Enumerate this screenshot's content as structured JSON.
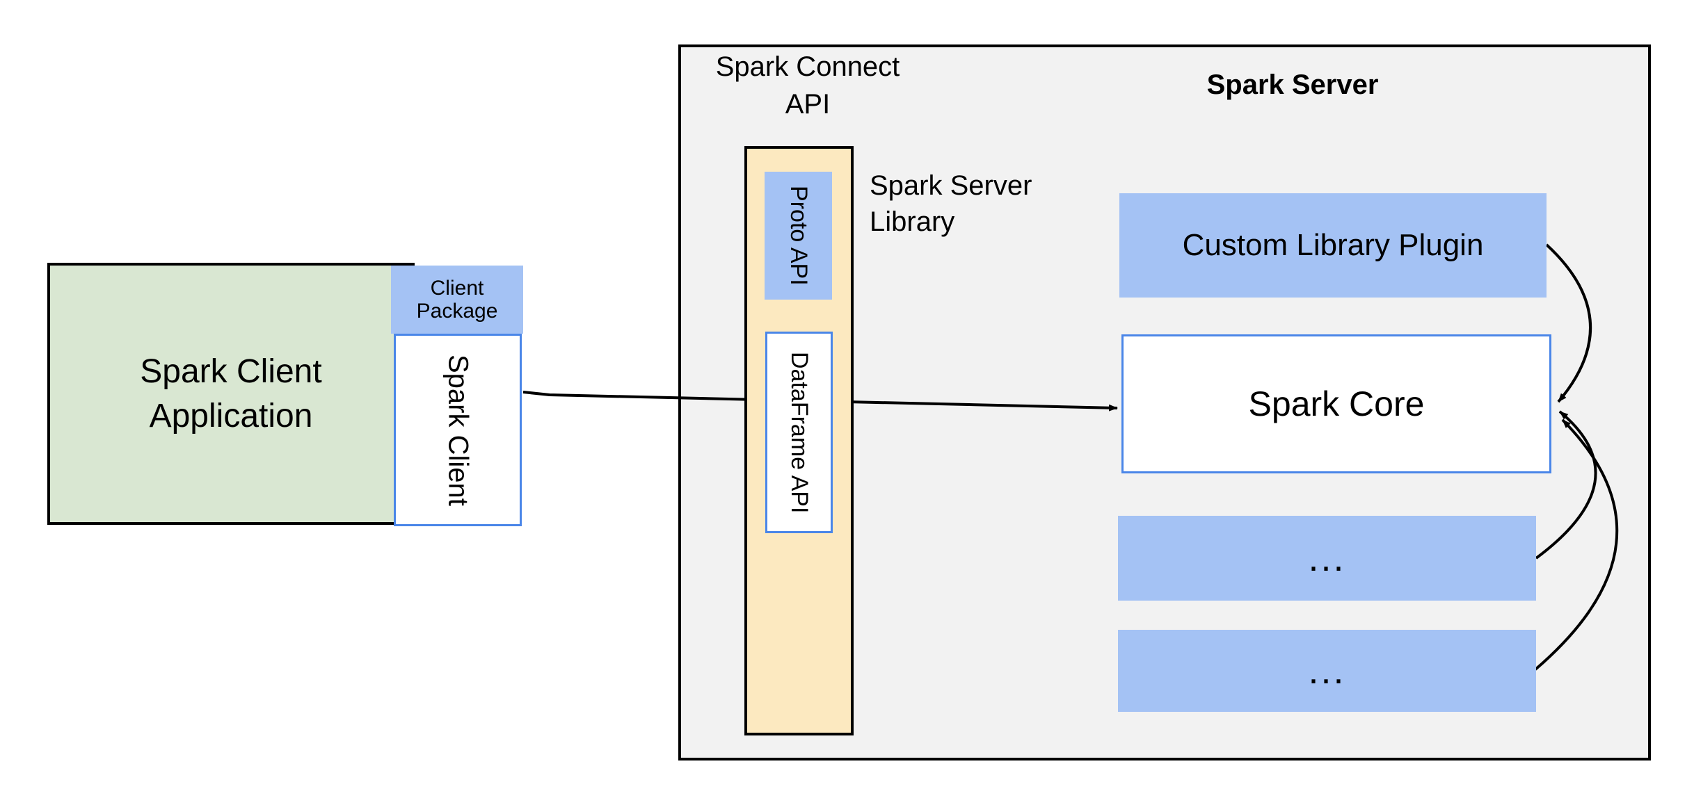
{
  "client": {
    "app_label": "Spark Client Application",
    "package_label": "Client Package",
    "client_label": "Spark Client"
  },
  "connect": {
    "api_label": "Spark Connect API",
    "proto_label": "Proto API",
    "dataframe_label": "DataFrame API",
    "server_library_label": "Spark Server Library"
  },
  "server": {
    "title": "Spark Server",
    "plugin_label": "Custom Library Plugin",
    "core_label": "Spark Core",
    "dots_1": "...",
    "dots_2": "..."
  },
  "colors": {
    "client_app_fill": "#d9e7d2",
    "accent_blue_fill": "#a4c2f4",
    "connect_api_fill": "#fce9c0",
    "server_fill": "#f2f2f2",
    "blue_border": "#4a86e8",
    "line_color": "#000000"
  }
}
